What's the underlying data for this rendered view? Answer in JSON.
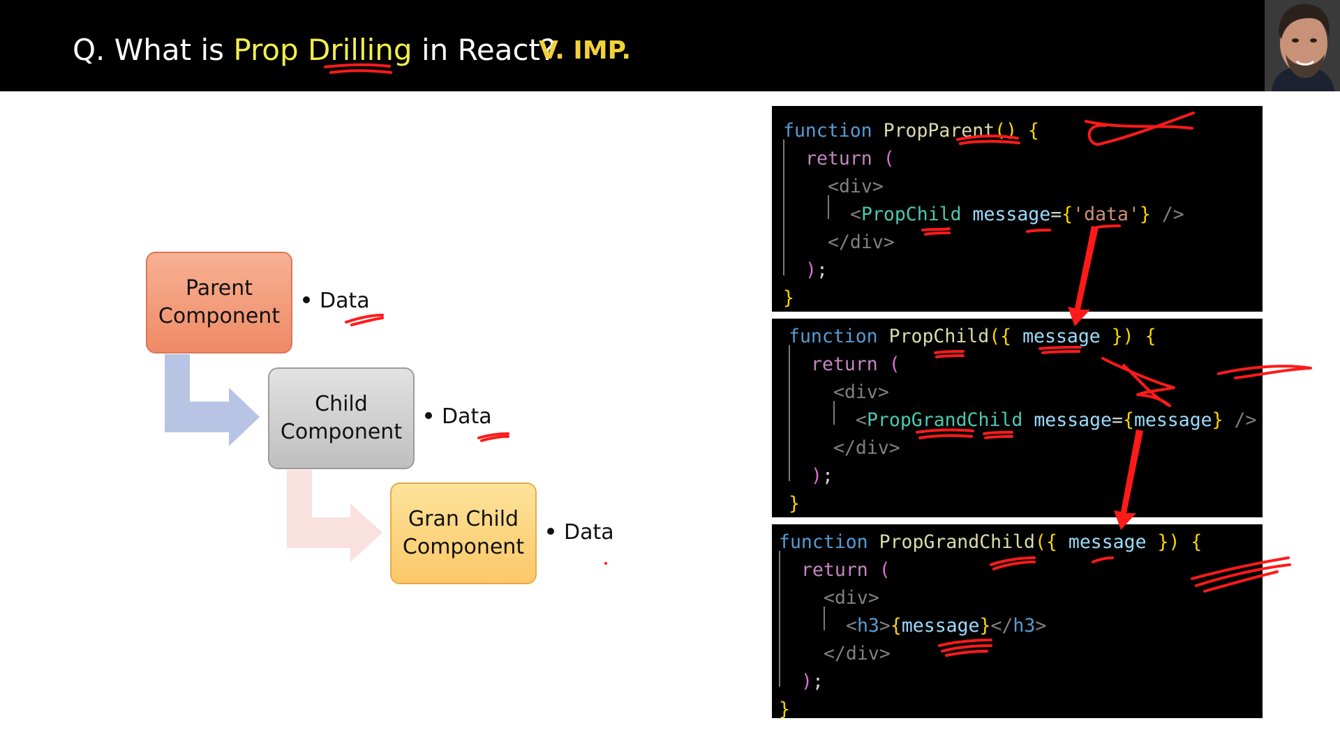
{
  "header": {
    "title_prefix": "Q. What is ",
    "title_highlight": "Prop Drilling",
    "title_suffix": " in React?",
    "badge": "V. IMP."
  },
  "diagram": {
    "parent_label": "Parent\nComponent",
    "child_label": "Child\nComponent",
    "gran_label": "Gran Child\nComponent",
    "data_label": "Data"
  },
  "code": {
    "panel1": [
      [
        "function",
        " ",
        "PropParent",
        "()",
        " ",
        "{"
      ],
      [
        "return",
        " ",
        "("
      ],
      [
        "<",
        "div",
        ">"
      ],
      [
        "<",
        "PropChild",
        " ",
        "message",
        "=",
        "{",
        "'data'",
        "}",
        " />"
      ],
      [
        "</",
        "div",
        ">"
      ],
      [
        ")",
        ";"
      ],
      [
        "}"
      ]
    ],
    "panel2": [
      [
        "function",
        " ",
        "PropChild",
        "({",
        " message ",
        "})",
        " ",
        "{"
      ],
      [
        "return",
        " ",
        "("
      ],
      [
        "<",
        "div",
        ">"
      ],
      [
        "<",
        "PropGrandChild",
        " ",
        "message",
        "=",
        "{",
        "message",
        "}",
        " />"
      ],
      [
        "</",
        "div",
        ">"
      ],
      [
        ")",
        ";"
      ],
      [
        "}"
      ]
    ],
    "panel3": [
      [
        "function",
        " ",
        "PropGrandChild",
        "({",
        " message ",
        "})",
        " ",
        "{"
      ],
      [
        "return",
        " ",
        "("
      ],
      [
        "<",
        "div",
        ">"
      ],
      [
        "<",
        "h3",
        ">",
        "{",
        "message",
        "}",
        "</",
        "h3",
        ">"
      ],
      [
        "</",
        "div",
        ">"
      ],
      [
        ")",
        ";"
      ],
      [
        "}"
      ]
    ]
  },
  "colors": {
    "header_bg": "#000000",
    "highlight": "#f2ef4a",
    "badge": "#f2d13a",
    "annotation": "#ff1a1a"
  }
}
